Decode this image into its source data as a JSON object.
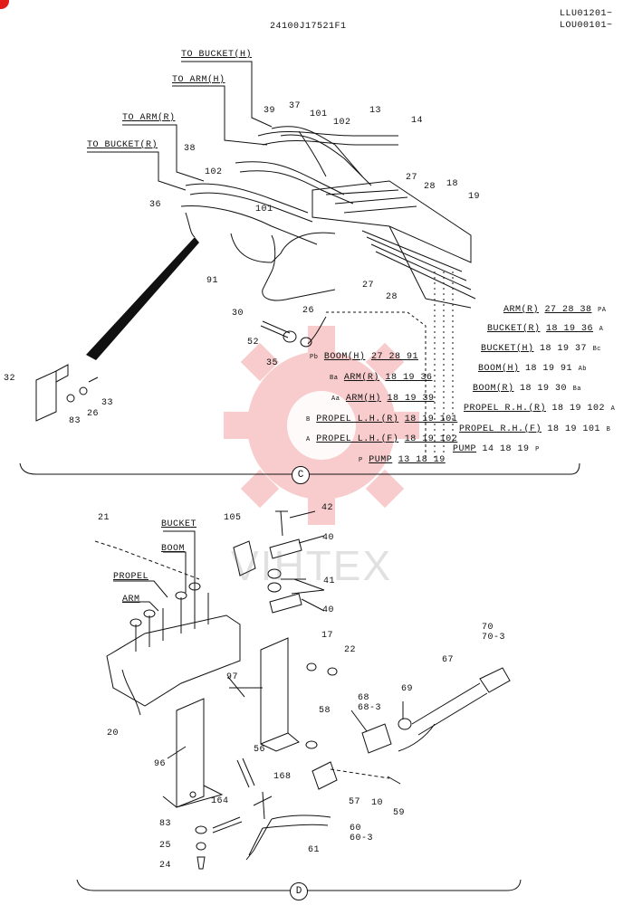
{
  "header": {
    "part_number": "24100J17521F1",
    "serial_1": "LLU01201~",
    "serial_2": "LOU00101~"
  },
  "watermark": {
    "text": "VIHTEX",
    "color": "#e21b1b"
  },
  "section_c": {
    "label": "C",
    "hose_destinations": [
      "TO BUCKET(H)",
      "TO ARM(H)",
      "TO ARM(R)",
      "TO BUCKET(R)"
    ],
    "callouts": [
      "39",
      "37",
      "101",
      "102",
      "13",
      "14",
      "38",
      "102",
      "36",
      "101",
      "27",
      "28",
      "18",
      "19",
      "91",
      "30",
      "27",
      "28",
      "26",
      "52",
      "35",
      "32",
      "83",
      "26",
      "33"
    ],
    "routing_table": [
      {
        "name": "ARM(R)",
        "parts": "27 28 38",
        "code": "PA"
      },
      {
        "name": "BUCKET(R)",
        "parts": "18 19 36",
        "code": "A"
      },
      {
        "name": "BUCKET(H)",
        "parts": "18 19 37",
        "code": "Bc"
      },
      {
        "name": "BOOM(H)",
        "parts": "18 19 91",
        "code": "Ab"
      },
      {
        "name": "BOOM(R)",
        "parts": "18 19 30",
        "code": "Ba"
      },
      {
        "name": "PROPEL R.H.(R)",
        "parts": "18 19 102",
        "code": "A"
      },
      {
        "name": "PROPEL R.H.(F)",
        "parts": "18 19 101",
        "code": "B"
      },
      {
        "name": "PUMP",
        "parts": "14 18 19",
        "code": "P"
      }
    ],
    "left_table": [
      {
        "code": "Pb",
        "name": "BOOM(H)",
        "parts": "27 28 91"
      },
      {
        "code": "Ba",
        "name": "ARM(R)",
        "parts": "18 19 36"
      },
      {
        "code": "Aa",
        "name": "ARM(H)",
        "parts": "18 19 39"
      },
      {
        "code": "B",
        "name": "PROPEL L.H.(R)",
        "parts": "18 19 101"
      },
      {
        "code": "A",
        "name": "PROPEL L.H.(F)",
        "parts": "18 19 102"
      },
      {
        "code": "P",
        "name": "PUMP",
        "parts": "13 18 19"
      }
    ]
  },
  "section_d": {
    "label": "D",
    "valve_labels": [
      "BUCKET",
      "BOOM",
      "PROPEL",
      "ARM"
    ],
    "callouts": [
      "21",
      "105",
      "42",
      "40",
      "41",
      "40",
      "17",
      "22",
      "70",
      "70-3",
      "67",
      "97",
      "20",
      "58",
      "68",
      "68-3",
      "69",
      "96",
      "56",
      "168",
      "57",
      "10",
      "59",
      "60",
      "60-3",
      "61",
      "164",
      "83",
      "25",
      "24"
    ]
  }
}
